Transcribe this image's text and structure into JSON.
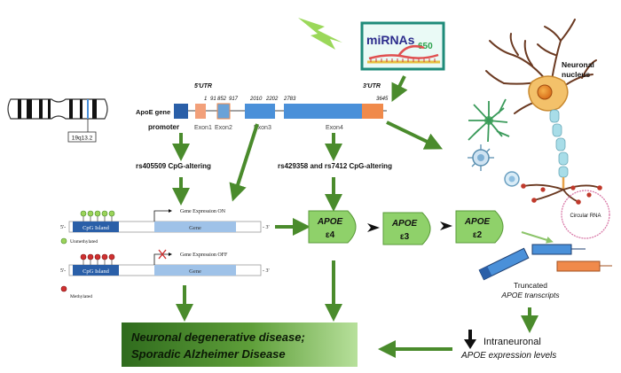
{
  "chromosome": {
    "band_label": "19q13.2"
  },
  "mirna": {
    "label": "miRNAs",
    "number": "650"
  },
  "neuron": {
    "nucleus_label_line1": "Neuronal",
    "nucleus_label_line2": "nucleus",
    "circular_rna_label": "Circular RNA"
  },
  "gene": {
    "name": "ApoE gene",
    "utr5": "5'UTR",
    "utr3": "3'UTR",
    "positions": [
      "1",
      "91",
      "852",
      "917",
      "2010",
      "2202",
      "2783",
      "3645"
    ],
    "exons": [
      "Exon1",
      "Exon2",
      "Exon3",
      "Exon4"
    ],
    "promoter_label": "promoter"
  },
  "snp": {
    "promoter_snp": "rs405509  CpG-altering",
    "exon4_snp": "rs429358  and rs7412  CpG-altering"
  },
  "methylation": {
    "prime5": "5'-",
    "prime3": "- 3'",
    "cpg_label": "CpG Island",
    "gene_label": "Gene",
    "expr_on": "Gene Expression ON",
    "expr_off": "Gene Expression OFF",
    "unmethylated": "Unmethylated",
    "methylated": "Methylated"
  },
  "isoforms": [
    {
      "name": "APOE",
      "sub": "ε4"
    },
    {
      "name": "APOE",
      "sub": "ε3"
    },
    {
      "name": "APOE",
      "sub": "ε2"
    }
  ],
  "transcripts": {
    "line1": "Truncated",
    "line2": "APOE transcripts"
  },
  "expression": {
    "line1": "Intraneuronal",
    "line2": "APOE expression levels"
  },
  "disease": {
    "line1": "Neuronal degenerative disease;",
    "line2": "Sporadic Alzheimer Disease"
  },
  "colors": {
    "arrow_green": "#4a8b2c",
    "isoform_green": "#8fd16a",
    "disease_dark": "#2f6b1d",
    "disease_light": "#b7e09b",
    "exon_blue": "#4a90d9",
    "utr_orange": "#f08a4b",
    "gene_blue_dark": "#2a5fa8"
  }
}
